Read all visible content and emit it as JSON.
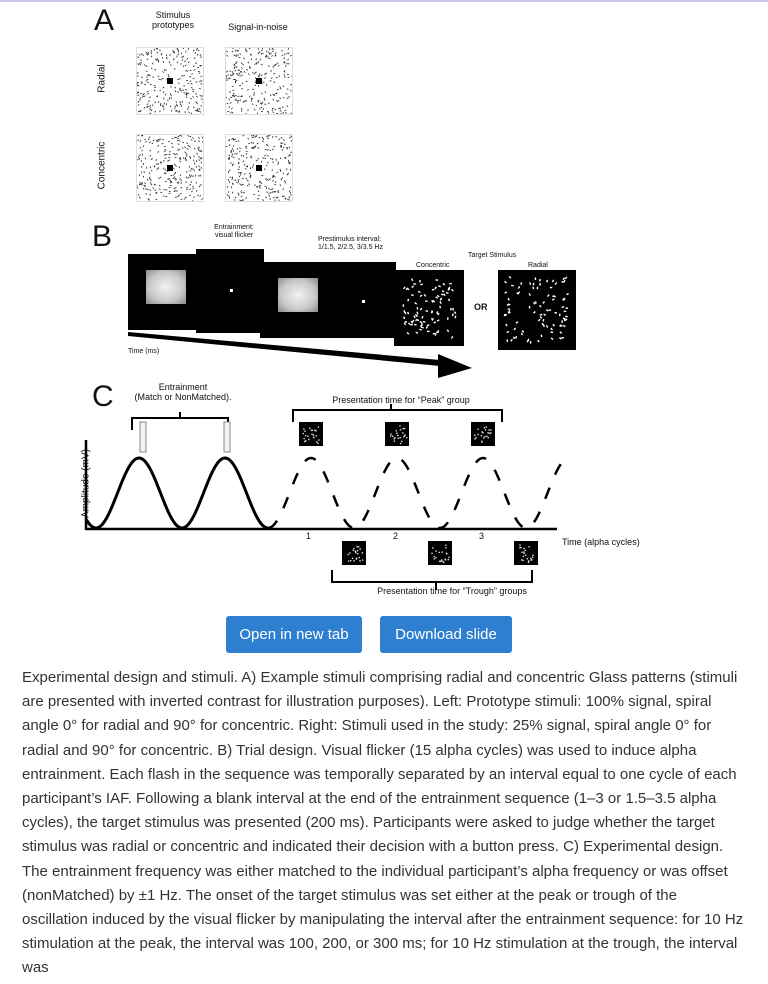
{
  "figure": {
    "panel_a": {
      "letter": "A",
      "col_labels": [
        "Stimulus\nprototypes",
        "Signal-in-noise"
      ],
      "row_labels": [
        "Radial",
        "Concentric"
      ]
    },
    "panel_b": {
      "letter": "B",
      "entrainment_label": "Entrainment:\nvisual flicker",
      "prestimulus_label": "Prestimulus interval:\n1/1.5, 2/2.5, 3/3.5 Hz",
      "target_label": "Target Stimulus",
      "concentric_label": "Concentric",
      "radial_label": "Radial",
      "or_label": "OR",
      "time_label": "Time (ms)"
    },
    "panel_c": {
      "letter": "C",
      "entrainment_label": "Entrainment\n(Match or NonMatched).",
      "peak_label": "Presentation time for “Peak” group",
      "trough_label": "Presentation time for “Trough” groups",
      "y_axis_label": "Amplitude (mV)",
      "x_axis_label": "Time (alpha cycles)",
      "tick_labels": [
        "1",
        "2",
        "3"
      ]
    }
  },
  "buttons": {
    "open": "Open in new tab",
    "download": "Download slide"
  },
  "caption": "Experimental design and stimuli. A) Example stimuli comprising radial and concentric Glass patterns (stimuli are presented with inverted contrast for illustration purposes). Left: Prototype stimuli: 100% signal, spiral angle 0° for radial and 90° for concentric. Right: Stimuli used in the study: 25% signal, spiral angle 0° for radial and 90° for concentric. B) Trial design. Visual flicker (15 alpha cycles) was used to induce alpha entrainment. Each flash in the sequence was temporally separated by an interval equal to one cycle of each participant’s IAF. Following a blank interval at the end of the entrainment sequence (1–3 or 1.5–3.5 alpha cycles), the target stimulus was presented (200 ms). Participants were asked to judge whether the target stimulus was radial or concentric and indicated their decision with a button press. C) Experimental design. The entrainment frequency was either matched to the individual participant’s alpha frequency or was offset (nonMatched) by ±1 Hz. The onset of the target stimulus was set either at the peak or trough of the oscillation induced by the visual flicker by manipulating the interval after the entrainment sequence: for 10 Hz stimulation at the peak, the interval was 100, 200, or 300 ms; for 10 Hz stimulation at the trough, the interval was"
}
